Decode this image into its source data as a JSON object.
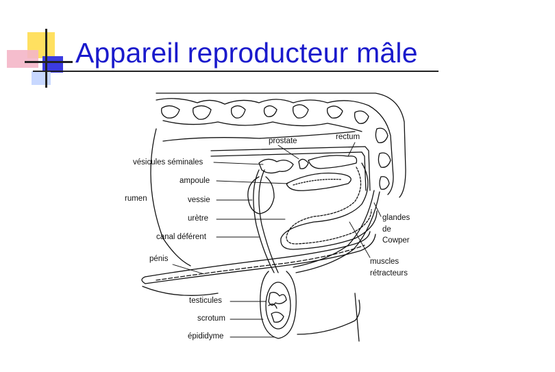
{
  "slide": {
    "title": "Appareil reproducteur mâle"
  },
  "diagram": {
    "labels": {
      "prostate": "prostate",
      "rectum": "rectum",
      "vesicules": "vésicules séminales",
      "ampoule": "ampoule",
      "rumen": "rumen",
      "vessie": "vessie",
      "uretre": "urètre",
      "glandes_line1": "glandes",
      "glandes_line2": "de",
      "glandes_line3": "Cowper",
      "canal": "canal déférent",
      "penis": "pénis",
      "muscles_line1": "muscles",
      "muscles_line2": "rétracteurs",
      "testicules": "testicules",
      "scrotum": "scrotum",
      "epididyme": "épididyme"
    }
  },
  "colors": {
    "title": "#1a1acc",
    "ink": "#111111"
  }
}
